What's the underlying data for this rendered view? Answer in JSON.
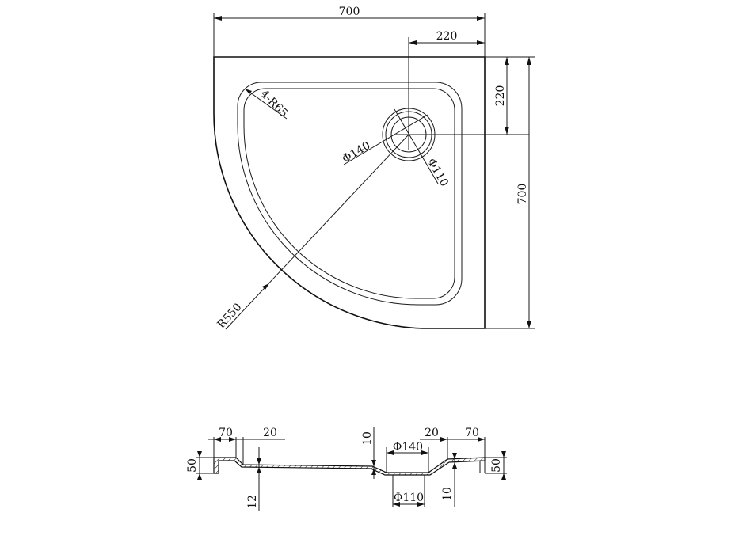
{
  "colors": {
    "line": "#1a1a1a",
    "background": "#ffffff"
  },
  "plan_view": {
    "width_label": "700",
    "height_label": "700",
    "drain_offset_x_label": "220",
    "drain_offset_y_label": "220",
    "corner_radius_label": "4-R65",
    "outer_radius_label": "R550",
    "outer_diameter_label": "Φ140",
    "inner_diameter_label": "Φ110"
  },
  "section_view": {
    "left_rim_label": "70",
    "left_slope_label": "20",
    "right_slope_label": "20",
    "right_rim_label": "70",
    "left_height_label": "50",
    "right_height_label": "50",
    "floor_thickness_label": "12",
    "drain_top_step_label": "10",
    "drain_bottom_step_label": "10",
    "drain_outer_label": "Φ140",
    "drain_inner_label": "Φ110"
  }
}
